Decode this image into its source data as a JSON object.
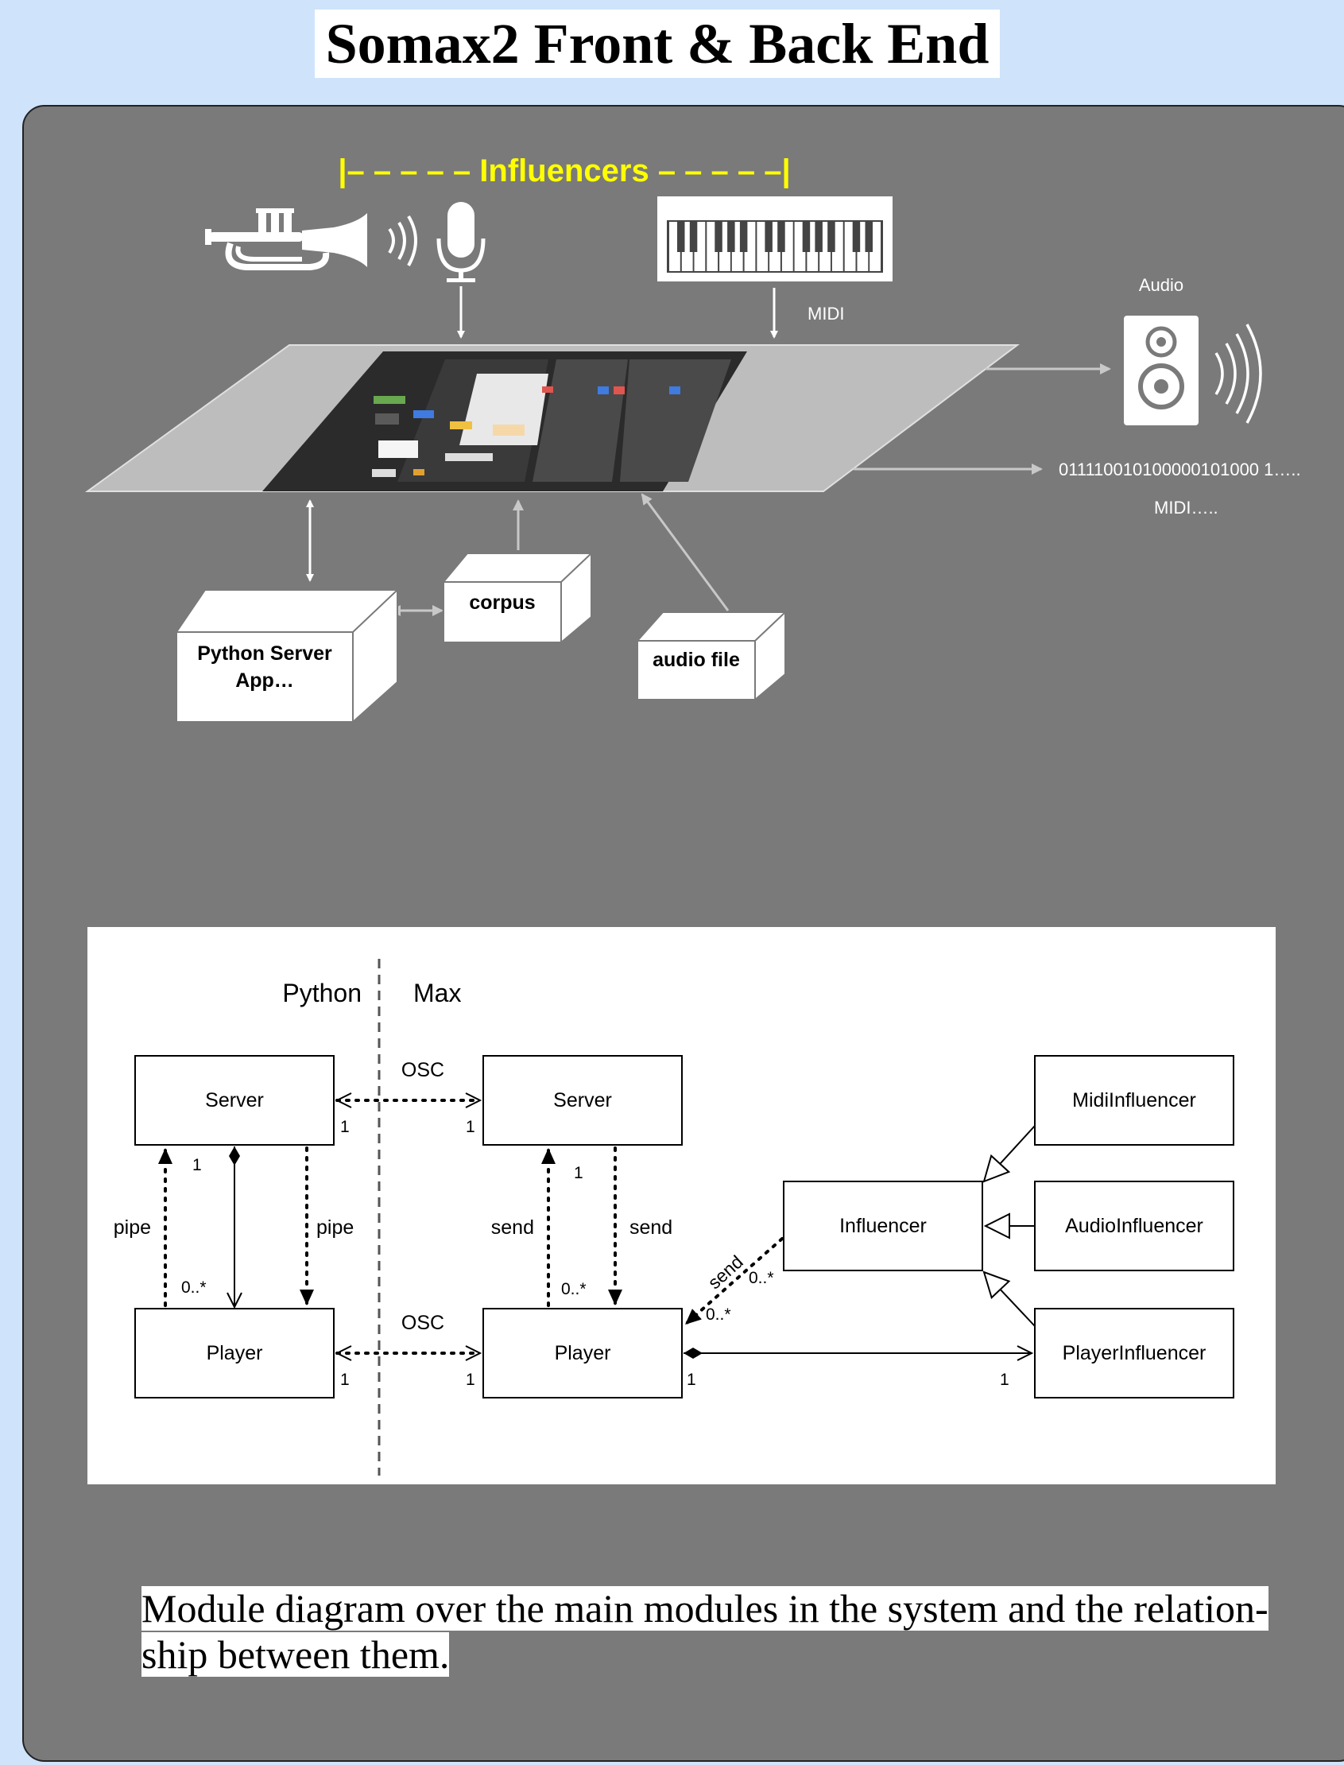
{
  "title": "Somax2 Front & Back End",
  "front": {
    "influencers_label": "|– – – – –  Influencers  – – – – –|",
    "midi_label": "MIDI",
    "audio_label": "Audio",
    "binary_output": "011110010100000101000 1…..",
    "midi_output": "MIDI…..",
    "python_box_line1": "Python Server",
    "python_box_line2": "App…",
    "corpus_label": "corpus",
    "audio_file_label": "audio file"
  },
  "uml": {
    "python_header": "Python",
    "max_header": "Max",
    "py_server": "Server",
    "py_player": "Player",
    "max_server": "Server",
    "max_player": "Player",
    "influencer": "Influencer",
    "midi_influencer": "MidiInfluencer",
    "audio_influencer": "AudioInfluencer",
    "player_influencer": "PlayerInfluencer",
    "osc_top": "OSC",
    "osc_bottom": "OSC",
    "pipe_left": "pipe",
    "pipe_right": "pipe",
    "send_left": "send",
    "send_right": "send",
    "send_diag": "send",
    "mult_1": "1",
    "mult_0n": "0..*"
  },
  "caption": "Module diagram over the main modules in the system and the relation-ship between them.",
  "colors": {
    "background": "#cfe3fb",
    "panel": "#7a7a7a",
    "highlight": "#ffff00"
  }
}
